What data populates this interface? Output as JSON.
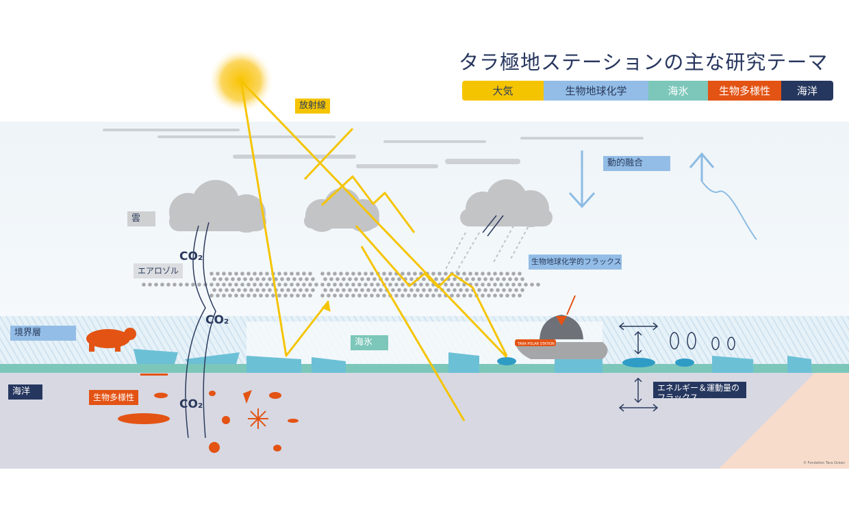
{
  "title": "タラ極地ステーションの主な研究テーマ",
  "legend": [
    {
      "label": "大気",
      "color": "#f5c400",
      "text": "#2a3a5c"
    },
    {
      "label": "生物地球化学",
      "color": "#93bde6",
      "text": "#2a3a5c"
    },
    {
      "label": "海氷",
      "color": "#7cc7ba",
      "text": "#ffffff"
    },
    {
      "label": "生物多様性",
      "color": "#e35314",
      "text": "#ffffff"
    },
    {
      "label": "海洋",
      "color": "#26375f",
      "text": "#ffffff"
    }
  ],
  "labels": {
    "radiation": "放射線",
    "dynamic_mixing": "動的融合",
    "cloud": "雲",
    "aerosol": "エアロゾル",
    "biogeo_flux": "生物地球化学的フラックス",
    "boundary_layer": "境界層",
    "sea_ice": "海氷",
    "ocean": "海洋",
    "biodiversity": "生物多様性",
    "energy_flux": "エネルギー＆運動量の\nフラックス",
    "co2": "CO₂"
  },
  "ship_name": "TARA POLAR STATION",
  "copyright": "© Fondation Tara Océan"
}
